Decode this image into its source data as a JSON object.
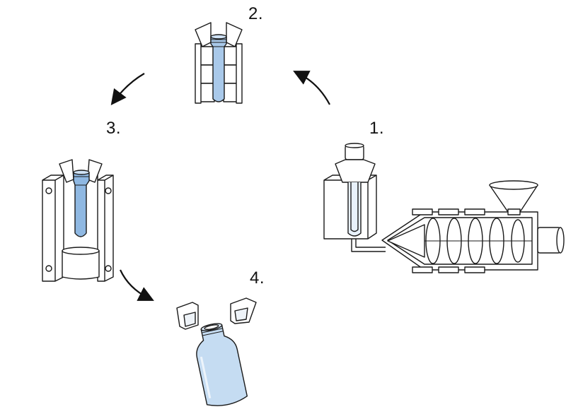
{
  "diagram": {
    "steps": [
      {
        "label": "1."
      },
      {
        "label": "2."
      },
      {
        "label": "3."
      },
      {
        "label": "4."
      }
    ]
  },
  "colors": {
    "preform_blue": "#a9c9ea",
    "bottle_blue": "#c5dcf2",
    "outline": "#1a1a1a",
    "arrow": "#111111"
  },
  "icons": [
    "injection-molding-machine-icon",
    "preform-conditioning-mold-icon",
    "blow-mold-icon",
    "finished-bottle-icon"
  ]
}
